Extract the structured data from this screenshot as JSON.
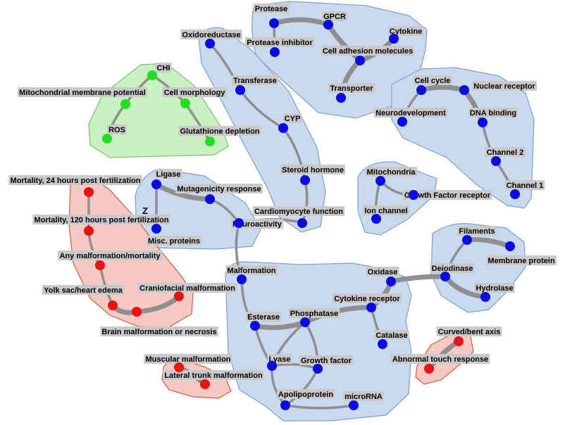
{
  "colors": {
    "blue_fill": "#c9d9ee",
    "blue_stroke": "#7f9fd0",
    "green_fill": "#c8f0c0",
    "green_stroke": "#7fbf6f",
    "red_fill": "#f7c9c4",
    "red_stroke": "#c9603f",
    "node_blue": "#0a0ae6",
    "node_green": "#22dd22",
    "node_red": "#ee1111",
    "edge": "#8f8f8f",
    "label_bg": "#c9c9c9"
  },
  "annotation": "Z",
  "nodes": [
    {
      "id": "protease",
      "label": "Protease",
      "color": "blue"
    },
    {
      "id": "gpcr",
      "label": "GPCR",
      "color": "blue"
    },
    {
      "id": "cytokine",
      "label": "Cytokine",
      "color": "blue"
    },
    {
      "id": "protease_inhibitor",
      "label": "Protease inhibitor",
      "color": "blue"
    },
    {
      "id": "cell_adhesion",
      "label": "Cell adhesion molecules",
      "color": "blue"
    },
    {
      "id": "transporter",
      "label": "Transporter",
      "color": "blue"
    },
    {
      "id": "oxidoreductase",
      "label": "Oxidoreductase",
      "color": "blue"
    },
    {
      "id": "transferase",
      "label": "Transferase",
      "color": "blue"
    },
    {
      "id": "cyp",
      "label": "CYP",
      "color": "blue"
    },
    {
      "id": "steroid_hormone",
      "label": "Steroid hormone",
      "color": "blue"
    },
    {
      "id": "cardiomyocyte",
      "label": "Cardiomyocyte function",
      "color": "blue"
    },
    {
      "id": "cell_cycle",
      "label": "Cell cycle",
      "color": "blue"
    },
    {
      "id": "nuclear_receptor",
      "label": "Nuclear receptor",
      "color": "blue"
    },
    {
      "id": "neurodevelopment",
      "label": "Neurodevelopment",
      "color": "blue"
    },
    {
      "id": "dna_binding",
      "label": "DNA binding",
      "color": "blue"
    },
    {
      "id": "channel2",
      "label": "Channel 2",
      "color": "blue"
    },
    {
      "id": "channel1",
      "label": "Channel 1",
      "color": "blue"
    },
    {
      "id": "mitochondria",
      "label": "Mitochondria",
      "color": "blue"
    },
    {
      "id": "growth_factor_receptor",
      "label": "Growth Factor receptor",
      "color": "blue"
    },
    {
      "id": "ion_channel",
      "label": "Ion channel",
      "color": "blue"
    },
    {
      "id": "chi",
      "label": "CHI",
      "color": "green"
    },
    {
      "id": "mito_membrane",
      "label": "Mitochondrial membrane potential",
      "color": "green"
    },
    {
      "id": "cell_morphology",
      "label": "Cell morphology",
      "color": "green"
    },
    {
      "id": "ros",
      "label": "ROS",
      "color": "green"
    },
    {
      "id": "glutathione",
      "label": "Glutathione depletion",
      "color": "green"
    },
    {
      "id": "ligase",
      "label": "Ligase",
      "color": "blue"
    },
    {
      "id": "mutagenicity",
      "label": "Mutagenicity response",
      "color": "blue"
    },
    {
      "id": "neuroactivity",
      "label": "Neuroactivity",
      "color": "blue"
    },
    {
      "id": "misc_proteins",
      "label": "Misc. proteins",
      "color": "blue"
    },
    {
      "id": "mort24",
      "label": "Mortality, 24 hours post fertilization",
      "color": "red"
    },
    {
      "id": "mort120",
      "label": "Mortality, 120 hours post fertilization",
      "color": "red"
    },
    {
      "id": "any_malformation",
      "label": "Any malformation/mortality",
      "color": "red"
    },
    {
      "id": "yolk_sac",
      "label": "Yolk sac/heart edema",
      "color": "red"
    },
    {
      "id": "craniofacial",
      "label": "Craniofacial malformation",
      "color": "red"
    },
    {
      "id": "brain_malformation",
      "label": "Brain malformation  or necrosis",
      "color": "red"
    },
    {
      "id": "filaments",
      "label": "Filaments",
      "color": "blue"
    },
    {
      "id": "membrane_protein",
      "label": "Membrane protein",
      "color": "blue"
    },
    {
      "id": "deiodinase",
      "label": "Deiodinase",
      "color": "blue"
    },
    {
      "id": "hydrolase",
      "label": "Hydrolase",
      "color": "blue"
    },
    {
      "id": "malformation",
      "label": "Malformation",
      "color": "blue"
    },
    {
      "id": "oxidase",
      "label": "Oxidase",
      "color": "blue"
    },
    {
      "id": "cytokine_receptor",
      "label": "Cytokine receptor",
      "color": "blue"
    },
    {
      "id": "esterase",
      "label": "Esterase",
      "color": "blue"
    },
    {
      "id": "phosphatase",
      "label": "Phosphatase",
      "color": "blue"
    },
    {
      "id": "catalase",
      "label": "Catalase",
      "color": "blue"
    },
    {
      "id": "lyase",
      "label": "Lyase",
      "color": "blue"
    },
    {
      "id": "growth_factor",
      "label": "Growth factor",
      "color": "blue"
    },
    {
      "id": "apolipoprotein",
      "label": "Apolipoprotein",
      "color": "blue"
    },
    {
      "id": "microrna",
      "label": "microRNA",
      "color": "blue"
    },
    {
      "id": "curved_axis",
      "label": "Curved/bent axis",
      "color": "red"
    },
    {
      "id": "abnormal_touch",
      "label": "Abnormal  touch response",
      "color": "red"
    },
    {
      "id": "muscular",
      "label": "Muscular  malformation",
      "color": "red"
    },
    {
      "id": "lateral_trunk",
      "label": "Lateral trunk malformation",
      "color": "red"
    }
  ],
  "edges": [
    [
      "protease",
      "gpcr"
    ],
    [
      "gpcr",
      "cell_adhesion"
    ],
    [
      "cytokine",
      "cell_adhesion"
    ],
    [
      "protease",
      "protease_inhibitor"
    ],
    [
      "cell_adhesion",
      "transporter"
    ],
    [
      "oxidoreductase",
      "transferase"
    ],
    [
      "transferase",
      "cyp"
    ],
    [
      "cyp",
      "steroid_hormone"
    ],
    [
      "steroid_hormone",
      "cardiomyocyte"
    ],
    [
      "cell_cycle",
      "nuclear_receptor"
    ],
    [
      "cell_cycle",
      "neurodevelopment"
    ],
    [
      "nuclear_receptor",
      "dna_binding"
    ],
    [
      "dna_binding",
      "channel2"
    ],
    [
      "channel2",
      "channel1"
    ],
    [
      "mitochondria",
      "growth_factor_receptor"
    ],
    [
      "mitochondria",
      "ion_channel"
    ],
    [
      "chi",
      "mito_membrane"
    ],
    [
      "chi",
      "cell_morphology"
    ],
    [
      "mito_membrane",
      "ros"
    ],
    [
      "cell_morphology",
      "glutathione"
    ],
    [
      "ligase",
      "mutagenicity"
    ],
    [
      "mutagenicity",
      "neuroactivity"
    ],
    [
      "ligase",
      "misc_proteins"
    ],
    [
      "neuroactivity",
      "cardiomyocyte"
    ],
    [
      "neuroactivity",
      "malformation"
    ],
    [
      "mort24",
      "mort120"
    ],
    [
      "mort120",
      "any_malformation"
    ],
    [
      "any_malformation",
      "yolk_sac"
    ],
    [
      "yolk_sac",
      "brain_malformation"
    ],
    [
      "brain_malformation",
      "craniofacial"
    ],
    [
      "filaments",
      "membrane_protein"
    ],
    [
      "filaments",
      "deiodinase"
    ],
    [
      "deiodinase",
      "hydrolase"
    ],
    [
      "oxidase",
      "deiodinase"
    ],
    [
      "malformation",
      "esterase"
    ],
    [
      "esterase",
      "phosphatase"
    ],
    [
      "esterase",
      "lyase"
    ],
    [
      "phosphatase",
      "cytokine_receptor"
    ],
    [
      "cytokine_receptor",
      "oxidase"
    ],
    [
      "cytokine_receptor",
      "catalase"
    ],
    [
      "phosphatase",
      "lyase"
    ],
    [
      "phosphatase",
      "growth_factor"
    ],
    [
      "lyase",
      "growth_factor"
    ],
    [
      "lyase",
      "apolipoprotein"
    ],
    [
      "growth_factor",
      "apolipoprotein"
    ],
    [
      "apolipoprotein",
      "microrna"
    ],
    [
      "curved_axis",
      "abnormal_touch"
    ],
    [
      "muscular",
      "lateral_trunk"
    ]
  ]
}
